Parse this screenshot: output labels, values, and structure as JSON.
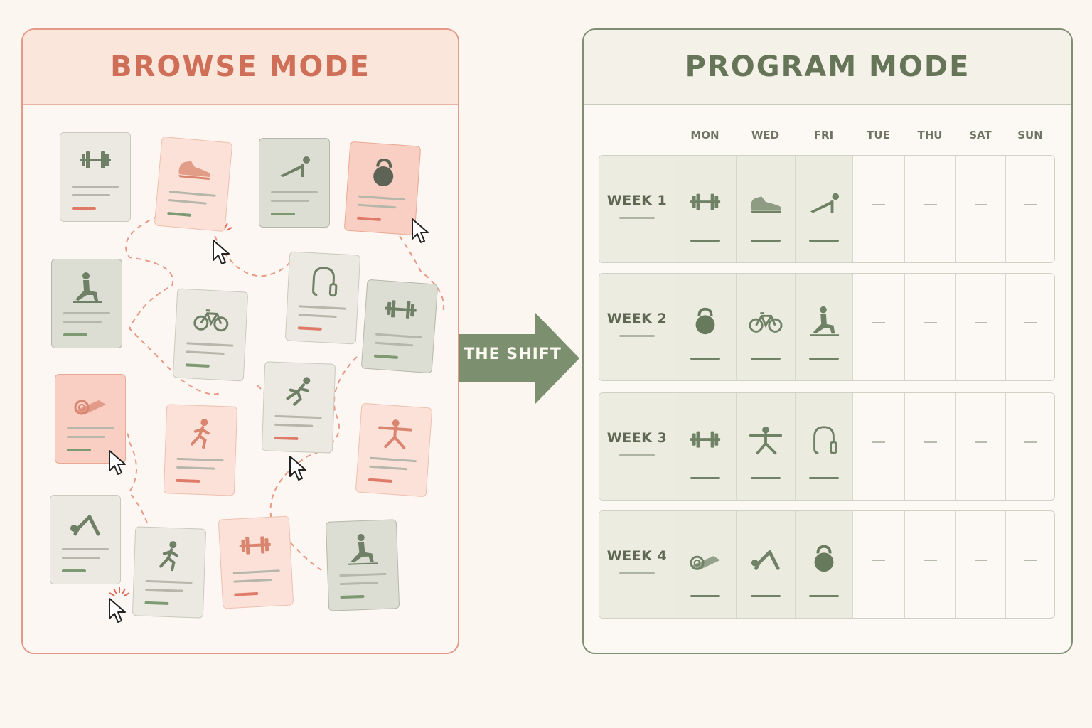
{
  "browse": {
    "title": "BROWSE MODE",
    "cards": [
      {
        "icon": "barbell-icon",
        "style": "neutral",
        "tag": "red"
      },
      {
        "icon": "sneaker-icon",
        "style": "pink",
        "tag": "green"
      },
      {
        "icon": "pushup-icon",
        "style": "gray",
        "tag": "green"
      },
      {
        "icon": "kettlebell-icon",
        "style": "coral",
        "tag": "red"
      },
      {
        "icon": "lunge-icon",
        "style": "gray",
        "tag": "green"
      },
      {
        "icon": "bicycle-icon",
        "style": "neutral",
        "tag": "green"
      },
      {
        "icon": "jump-rope-icon",
        "style": "neutral",
        "tag": "red"
      },
      {
        "icon": "barbell-icon",
        "style": "gray",
        "tag": "green"
      },
      {
        "icon": "yoga-mat-icon",
        "style": "coral",
        "tag": "green"
      },
      {
        "icon": "sprinter-icon",
        "style": "neutral",
        "tag": "red"
      },
      {
        "icon": "runner-icon",
        "style": "pink",
        "tag": "red"
      },
      {
        "icon": "warrior-pose-icon",
        "style": "pink",
        "tag": "red"
      },
      {
        "icon": "downward-dog-icon",
        "style": "neutral",
        "tag": "green"
      },
      {
        "icon": "runner-icon",
        "style": "neutral",
        "tag": "green"
      },
      {
        "icon": "barbell-icon",
        "style": "pink",
        "tag": "red"
      },
      {
        "icon": "lunge-icon",
        "style": "gray",
        "tag": "green"
      }
    ]
  },
  "shift": {
    "label": "THE SHIFT"
  },
  "program": {
    "title": "PROGRAM MODE",
    "days": [
      "MON",
      "WED",
      "FRI",
      "TUE",
      "THU",
      "SAT",
      "SUN"
    ],
    "rest_marker": "—",
    "weeks": [
      {
        "label": "WEEK 1",
        "workouts": [
          "barbell-icon",
          "sneaker-icon",
          "pushup-icon"
        ]
      },
      {
        "label": "WEEK 2",
        "workouts": [
          "kettlebell-icon",
          "bicycle-icon",
          "lunge-icon"
        ]
      },
      {
        "label": "WEEK 3",
        "workouts": [
          "barbell-icon",
          "warrior-pose-icon",
          "jump-rope-icon"
        ]
      },
      {
        "label": "WEEK 4",
        "workouts": [
          "yoga-mat-icon",
          "downward-dog-icon",
          "kettlebell-icon"
        ]
      }
    ]
  },
  "colors": {
    "browse_accent": "#cf6f58",
    "program_accent": "#667558",
    "arrow": "#7c9070"
  }
}
